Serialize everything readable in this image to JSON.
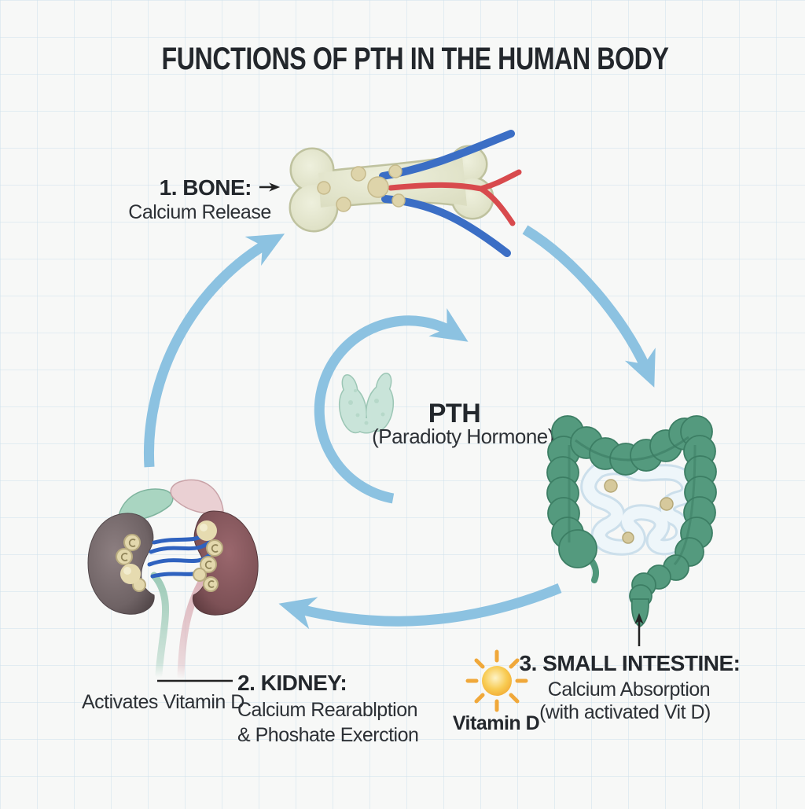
{
  "title": "FUNCTIONS OF PTH IN THE HUMAN BODY",
  "center": {
    "abbr": "PTH",
    "full_name": "(Paradioty Hormone)",
    "icon": "parathyroid-gland-icon"
  },
  "nodes": {
    "bone": {
      "label": "1. BONE:",
      "description": "Calcium Release",
      "icon": "bone-icon"
    },
    "kidney": {
      "label": "2. KIDNEY:",
      "description_line1": "Calcium Rearablption",
      "description_line2": "& Phoshate Exerction",
      "side_note": "Activates Vitamin D",
      "icon": "kidneys-icon"
    },
    "small_intestine": {
      "label": "3. SMALL INTESTINE:",
      "description_line1": "Calcium Absorption",
      "description_line2": "(with activated Vit D)",
      "icon": "intestine-icon"
    }
  },
  "vitamin_d": {
    "label": "Vitamin D",
    "icon": "sun-icon"
  },
  "colors": {
    "background": "#f7f8f7",
    "grid_line": "#dde9f0",
    "cycle_arrow": "#8cc2e1",
    "heading_text": "#23272c",
    "body_text": "#2c3035",
    "pointer_black": "#222222",
    "bone_fill": "#e4e5cd",
    "bone_outline": "#bfc29f",
    "vein_blue": "#3b6ec5",
    "artery_red": "#d84a4d",
    "colon_green": "#549a7e",
    "colon_outline": "#3c7e64",
    "small_intestine_fill": "#eef6fa",
    "thyroid_fill": "#c9e4d9",
    "kidney_left_fill": "#6f6365",
    "kidney_right_fill": "#7d5156",
    "adrenal_left_fill": "#a9d5c1",
    "adrenal_right_fill": "#ead0d3",
    "sun_yellow": "#f6c445",
    "sun_ray": "#f0a83a",
    "calcium_dot": "#ddd2a3"
  }
}
